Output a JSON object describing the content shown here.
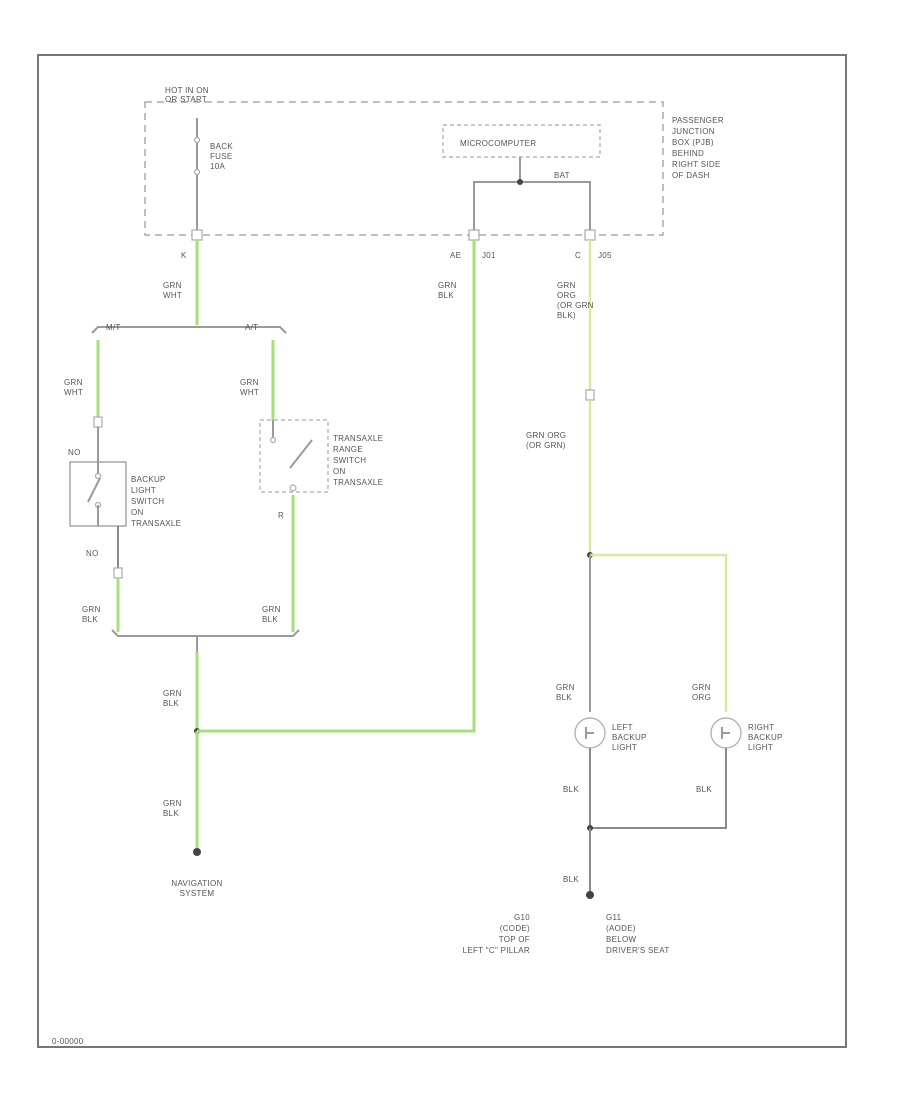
{
  "labels": {
    "hot_in_on": [
      "HOT IN ON",
      "OR START"
    ],
    "fuse": [
      "BACK",
      "FUSE",
      "10A"
    ],
    "micro": [
      "MICROCOMPUTER"
    ],
    "bat": [
      "BAT"
    ],
    "pjb": [
      "PASSENGER",
      "JUNCTION",
      "BOX (PJB)",
      "BEHIND",
      "RIGHT SIDE",
      "OF DASH"
    ],
    "pin_k": [
      "K"
    ],
    "pin_ae": [
      "AE"
    ],
    "j01": [
      "J01"
    ],
    "pin_c": [
      "C"
    ],
    "j05": [
      "J05"
    ],
    "wire_grn_wht_top": [
      "GRN",
      "WHT"
    ],
    "wire_grn_blk_center": [
      "GRN",
      "BLK"
    ],
    "wire_grn_org_top": [
      "GRN",
      "ORG",
      "(OR GRN",
      "BLK)"
    ],
    "mt": [
      "M/T"
    ],
    "at": [
      "A/T"
    ],
    "wire_grn_wht_left": [
      "GRN",
      "WHT"
    ],
    "wire_grn_wht_right": [
      "GRN",
      "WHT"
    ],
    "tr_switch": [
      "TRANSAXLE",
      "RANGE",
      "SWITCH",
      "ON",
      "TRANSAXLE"
    ],
    "no_top": [
      "NO"
    ],
    "backup_switch": [
      "BACKUP",
      "LIGHT",
      "SWITCH",
      "ON",
      "TRANSAXLE"
    ],
    "no_bottom": [
      "NO"
    ],
    "r": [
      "R"
    ],
    "wire_grn_org_mid": [
      "GRN ORG",
      "(OR GRN)"
    ],
    "wire_grn_blk_left": [
      "GRN",
      "BLK"
    ],
    "wire_grn_blk_right": [
      "GRN",
      "BLK"
    ],
    "wire_grn_blk_lower1": [
      "GRN",
      "BLK"
    ],
    "wire_grn_blk_lower2": [
      "GRN",
      "BLK"
    ],
    "wire_grn_blk_llight": [
      "GRN",
      "BLK"
    ],
    "wire_grn_org_rlight": [
      "GRN",
      "ORG"
    ],
    "left_light": [
      "LEFT",
      "BACKUP",
      "LIGHT"
    ],
    "right_light": [
      "RIGHT",
      "BACKUP",
      "LIGHT"
    ],
    "blk_left": [
      "BLK"
    ],
    "blk_right": [
      "BLK"
    ],
    "blk_lower": [
      "BLK"
    ],
    "navigation": [
      "NAVIGATION",
      "SYSTEM"
    ],
    "g10": [
      "G10",
      "(CODE)",
      "TOP OF",
      "LEFT \"C\" PILLAR"
    ],
    "g11": [
      "G11",
      "(AODE)",
      "BELOW",
      "DRIVER'S SEAT"
    ],
    "code": [
      "0-00000"
    ]
  },
  "colors": {
    "wire_green": "#a6e07a",
    "wire_yellow": "#dfe89a",
    "wire_gray": "#9a9a9a",
    "frame": "#777777"
  }
}
